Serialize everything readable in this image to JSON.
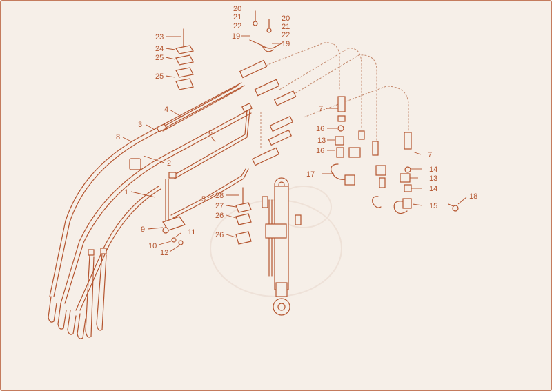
{
  "diagram": {
    "line_color": "#b4552f",
    "background_color": "#f6efe8",
    "callouts": [
      {
        "id": "c1",
        "label": "1"
      },
      {
        "id": "c2",
        "label": "2"
      },
      {
        "id": "c3",
        "label": "3"
      },
      {
        "id": "c4",
        "label": "4"
      },
      {
        "id": "c5",
        "label": "5"
      },
      {
        "id": "c6",
        "label": "6"
      },
      {
        "id": "c7a",
        "label": "7"
      },
      {
        "id": "c7b",
        "label": "7"
      },
      {
        "id": "c8",
        "label": "8"
      },
      {
        "id": "c9",
        "label": "9"
      },
      {
        "id": "c10",
        "label": "10"
      },
      {
        "id": "c11",
        "label": "11"
      },
      {
        "id": "c12",
        "label": "12"
      },
      {
        "id": "c13a",
        "label": "13"
      },
      {
        "id": "c13b",
        "label": "13"
      },
      {
        "id": "c14a",
        "label": "14"
      },
      {
        "id": "c14b",
        "label": "14"
      },
      {
        "id": "c15",
        "label": "15"
      },
      {
        "id": "c16a",
        "label": "16"
      },
      {
        "id": "c16b",
        "label": "16"
      },
      {
        "id": "c17",
        "label": "17"
      },
      {
        "id": "c18",
        "label": "18"
      },
      {
        "id": "c19a",
        "label": "19"
      },
      {
        "id": "c19b",
        "label": "19"
      },
      {
        "id": "c20a",
        "label": "20"
      },
      {
        "id": "c20b",
        "label": "20"
      },
      {
        "id": "c21a",
        "label": "21"
      },
      {
        "id": "c21b",
        "label": "21"
      },
      {
        "id": "c22a",
        "label": "22"
      },
      {
        "id": "c22b",
        "label": "22"
      },
      {
        "id": "c23",
        "label": "23"
      },
      {
        "id": "c24",
        "label": "24"
      },
      {
        "id": "c25a",
        "label": "25"
      },
      {
        "id": "c25b",
        "label": "25"
      },
      {
        "id": "c26a",
        "label": "26"
      },
      {
        "id": "c26b",
        "label": "26"
      },
      {
        "id": "c27",
        "label": "27"
      },
      {
        "id": "c28",
        "label": "28"
      }
    ]
  }
}
